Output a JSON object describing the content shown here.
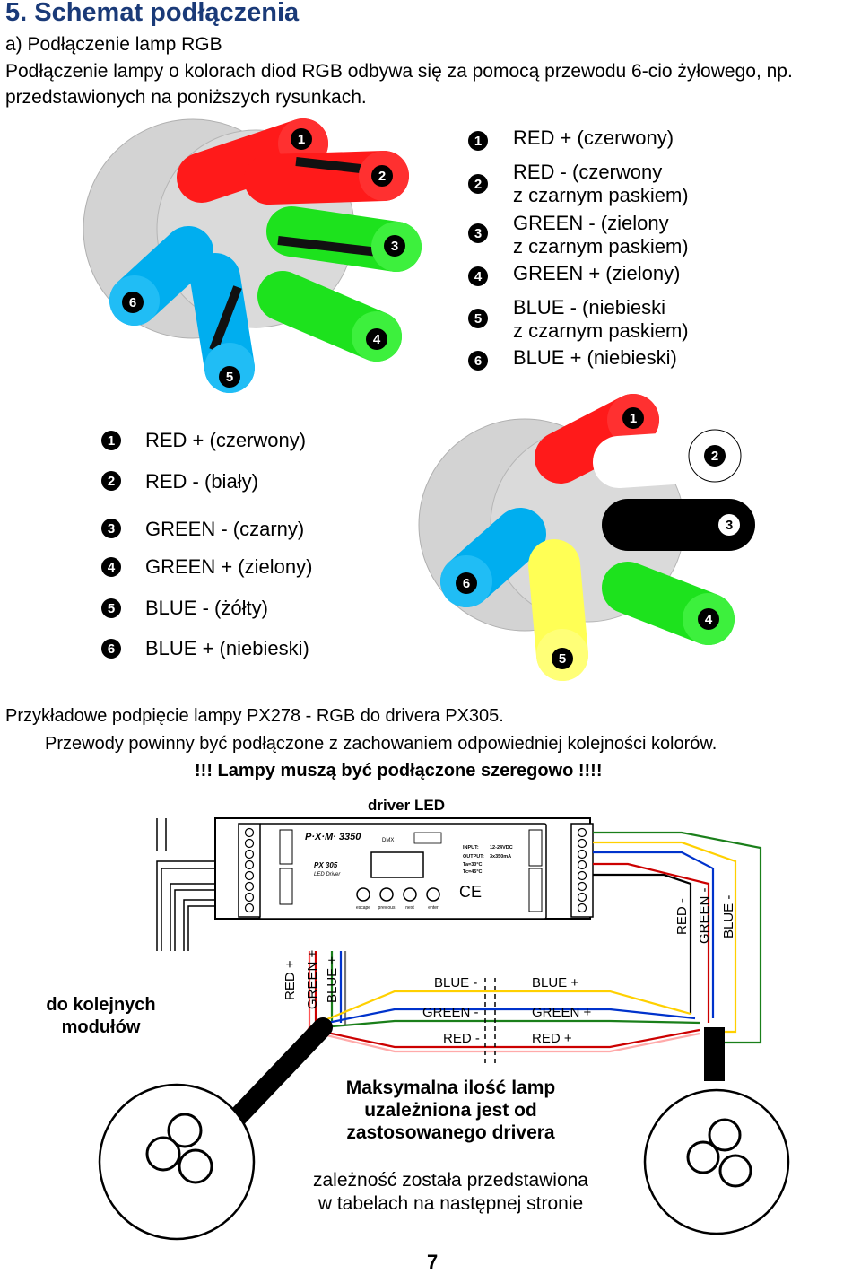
{
  "section_title": "5. Schemat podłączenia",
  "subsection": "a) Podłączenie lamp RGB",
  "intro_line1": "Podłączenie lampy o kolorach diod RGB odbywa się za pomocą przewodu 6-cio żyłowego, np.",
  "intro_line2": "przedstawionych na poniższych rysunkach.",
  "connector1": {
    "legend": [
      {
        "num": "1",
        "lines": [
          "RED + (czerwony)"
        ]
      },
      {
        "num": "2",
        "lines": [
          "RED - (czerwony",
          "z czarnym paskiem)"
        ]
      },
      {
        "num": "3",
        "lines": [
          "GREEN - (zielony",
          "z czarnym paskiem)"
        ]
      },
      {
        "num": "4",
        "lines": [
          "GREEN + (zielony)"
        ]
      },
      {
        "num": "5",
        "lines": [
          "BLUE - (niebieski",
          "z czarnym paskiem)"
        ]
      },
      {
        "num": "6",
        "lines": [
          "BLUE + (niebieski)"
        ]
      }
    ]
  },
  "connector2": {
    "legend": [
      {
        "num": "1",
        "lines": [
          "RED + (czerwony)"
        ]
      },
      {
        "num": "2",
        "lines": [
          "RED - (biały)"
        ]
      },
      {
        "num": "3",
        "lines": [
          "GREEN - (czarny)"
        ]
      },
      {
        "num": "4",
        "lines": [
          "GREEN + (zielony)"
        ]
      },
      {
        "num": "5",
        "lines": [
          "BLUE - (żółty)"
        ]
      },
      {
        "num": "6",
        "lines": [
          "BLUE + (niebieski)"
        ]
      }
    ]
  },
  "example_text": "Przykładowe podpięcie lampy PX278 - RGB do drivera PX305.",
  "order_text": "Przewody powinny być podłączone z zachowaniem odpowiedniej kolejności kolorów.",
  "warning_text": "!!! Lampy muszą być podłączone szeregowo !!!!",
  "driver": {
    "label": "driver LED",
    "logo": "P·X·M· 3350",
    "model": "PX 305",
    "model_sub": "LED Driver",
    "dmx": "DMX",
    "buttons": [
      "escape",
      "previous",
      "next",
      "enter"
    ],
    "spec": [
      "INPUT:",
      "12-24VDC",
      "OUTPUT:",
      "3x350mA",
      "Ta=30°C",
      "Tc=45°C"
    ],
    "ce": "CE"
  },
  "wire_labels": {
    "lamp1_in": [
      "RED +",
      "GREEN +",
      "BLUE +"
    ],
    "lamp2_in": [
      "RED -",
      "GREEN -",
      "BLUE -"
    ],
    "mid_left": [
      "BLUE -",
      "GREEN -",
      "RED -"
    ],
    "mid_right": [
      "BLUE +",
      "GREEN +",
      "RED +"
    ]
  },
  "next_modules": [
    "do kolejnych",
    "modułów"
  ],
  "max_lamps": [
    "Maksymalna ilość lamp",
    "uzależniona jest od",
    "zastosowanego drivera"
  ],
  "tables_note": [
    "zależność została przedstawiona",
    "w tabelach na następnej stronie"
  ],
  "page_number": "7",
  "colors": {
    "red": "#ff1a1a",
    "green": "#1de21d",
    "blue": "#00aeef",
    "yellow": "#ffff55",
    "grey": "#d0d0d0",
    "title": "#1a3a78"
  }
}
